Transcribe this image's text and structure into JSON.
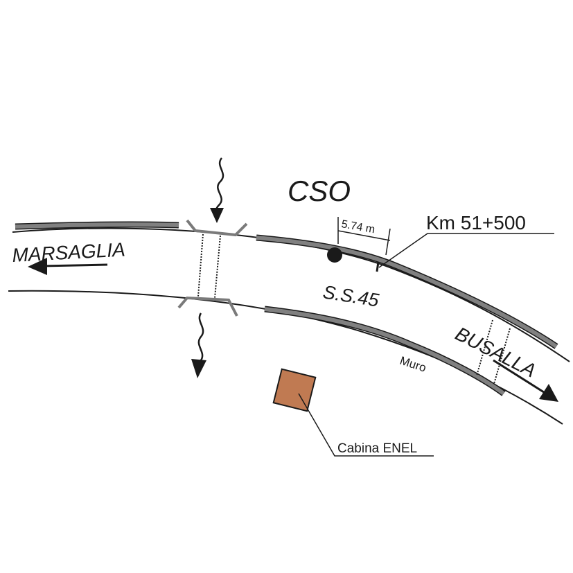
{
  "labels": {
    "site": "CSO",
    "road": "S.S.45",
    "west": "MARSAGLIA",
    "east": "BUSALLA",
    "distance": "5.74 m",
    "km": "Km 51+500",
    "wall": "Muro",
    "building": "Cabina ENEL"
  },
  "colors": {
    "line": "#1a1a1a",
    "wall": "#808080",
    "bridge": "#7a7a7a",
    "building": "#c07a52"
  }
}
